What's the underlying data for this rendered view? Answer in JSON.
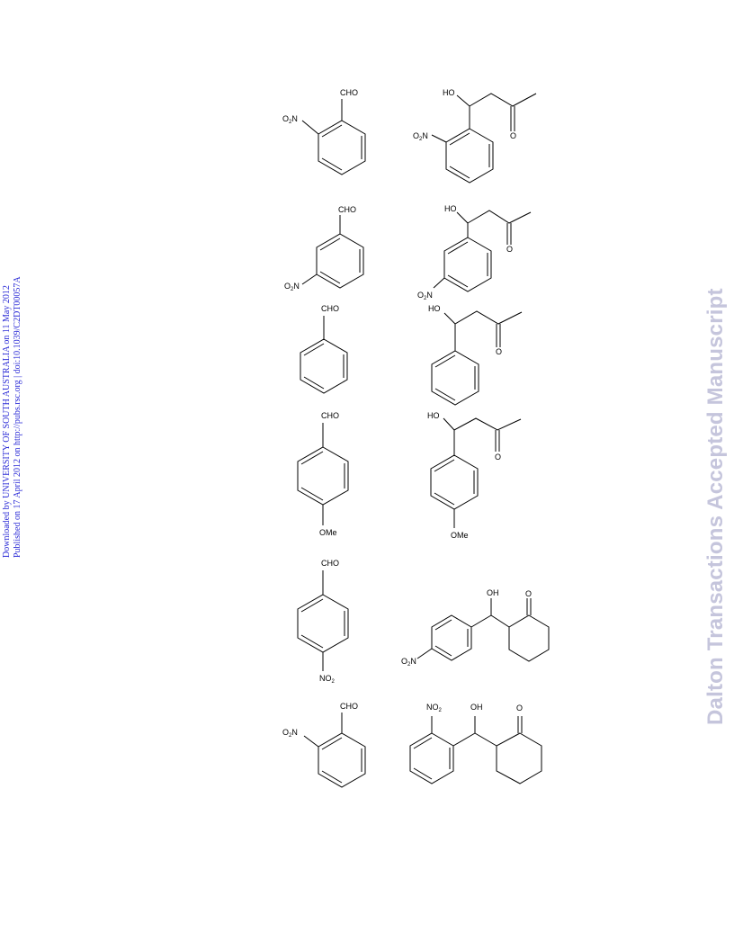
{
  "side_notes": {
    "downloaded": "Downloaded by UNIVERSITY OF SOUTH AUSTRALIA on 11 May 2012",
    "published": "Published on 17 April 2012 on http://pubs.rsc.org | doi:10.1039/C2DT00057A"
  },
  "watermark": "Dalton Transactions Accepted Manuscript",
  "labels": {
    "cho": "CHO",
    "o2n_prefix": "O",
    "o2n_sub": "2",
    "o2n_suffix": "N",
    "no2_prefix": "NO",
    "no2_sub": "2",
    "ho": "HO",
    "oh": "OH",
    "o": "O",
    "ome": "OMe"
  },
  "rows": [
    {
      "reactant": "2-nitrobenzaldehyde",
      "product": "4-hydroxy-4-(2-nitrophenyl)butan-2-one"
    },
    {
      "reactant": "3-nitrobenzaldehyde",
      "product": "4-hydroxy-4-(3-nitrophenyl)butan-2-one"
    },
    {
      "reactant": "benzaldehyde",
      "product": "4-hydroxy-4-phenylbutan-2-one"
    },
    {
      "reactant": "4-methoxybenzaldehyde",
      "product": "4-hydroxy-4-(4-methoxyphenyl)butan-2-one"
    },
    {
      "reactant": "4-nitrobenzaldehyde",
      "product": "2-(hydroxy(4-nitrophenyl)methyl)cyclohexanone"
    },
    {
      "reactant": "2-nitrobenzaldehyde",
      "product": "2-(hydroxy(2-nitrophenyl)methyl)cyclohexanone"
    }
  ]
}
